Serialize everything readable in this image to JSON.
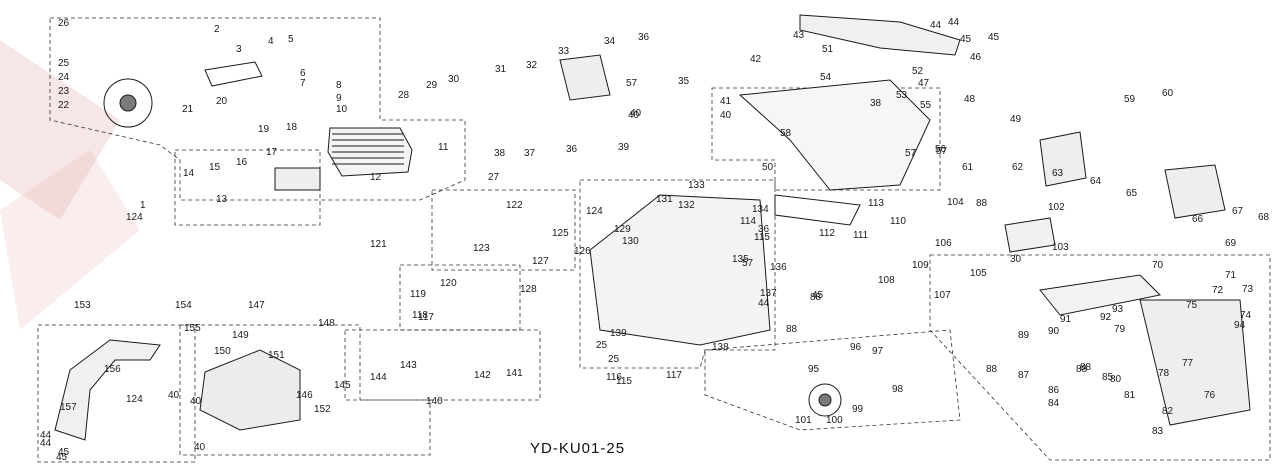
{
  "diagram": {
    "caption": "YD-KU01-25",
    "colors": {
      "ink": "#1a1a1a",
      "frame": "#333333",
      "watermark": "#e9b8b8",
      "shade": "#7a7a7a"
    },
    "callouts": [
      "1",
      "2",
      "3",
      "4",
      "5",
      "6",
      "7",
      "8",
      "9",
      "10",
      "11",
      "12",
      "13",
      "14",
      "15",
      "16",
      "17",
      "18",
      "19",
      "20",
      "21",
      "22",
      "23",
      "24",
      "25",
      "26",
      "27",
      "28",
      "29",
      "30",
      "31",
      "32",
      "33",
      "34",
      "35",
      "36",
      "37",
      "38",
      "39",
      "40",
      "41",
      "42",
      "43",
      "44",
      "45",
      "46",
      "47",
      "48",
      "49",
      "50",
      "51",
      "52",
      "53",
      "54",
      "55",
      "56",
      "57",
      "58",
      "59",
      "60",
      "61",
      "62",
      "63",
      "64",
      "65",
      "66",
      "67",
      "68",
      "69",
      "70",
      "71",
      "72",
      "73",
      "74",
      "75",
      "76",
      "77",
      "78",
      "79",
      "80",
      "81",
      "82",
      "83",
      "84",
      "85",
      "86",
      "87",
      "88",
      "89",
      "90",
      "91",
      "92",
      "93",
      "94",
      "95",
      "96",
      "97",
      "98",
      "99",
      "100",
      "101",
      "102",
      "103",
      "104",
      "105",
      "106",
      "107",
      "108",
      "109",
      "110",
      "111",
      "112",
      "113",
      "114",
      "115",
      "116",
      "117",
      "118",
      "119",
      "120",
      "121",
      "122",
      "123",
      "124",
      "125",
      "126",
      "127",
      "128",
      "129",
      "130",
      "131",
      "132",
      "133",
      "134",
      "135",
      "136",
      "137",
      "138",
      "139",
      "140",
      "141",
      "142",
      "143",
      "144",
      "145",
      "146",
      "147",
      "148",
      "149",
      "150",
      "151",
      "152",
      "153",
      "154",
      "155",
      "156",
      "157"
    ],
    "extra_labels": [
      "25",
      "36",
      "40",
      "44",
      "45",
      "57",
      "88",
      "115",
      "124",
      "40",
      "44",
      "45",
      "36",
      "57",
      "88",
      "25",
      "40",
      "44",
      "45",
      "88",
      "124",
      "40",
      "40",
      "44",
      "45",
      "57",
      "30",
      "88",
      "117",
      "38",
      "88"
    ]
  }
}
